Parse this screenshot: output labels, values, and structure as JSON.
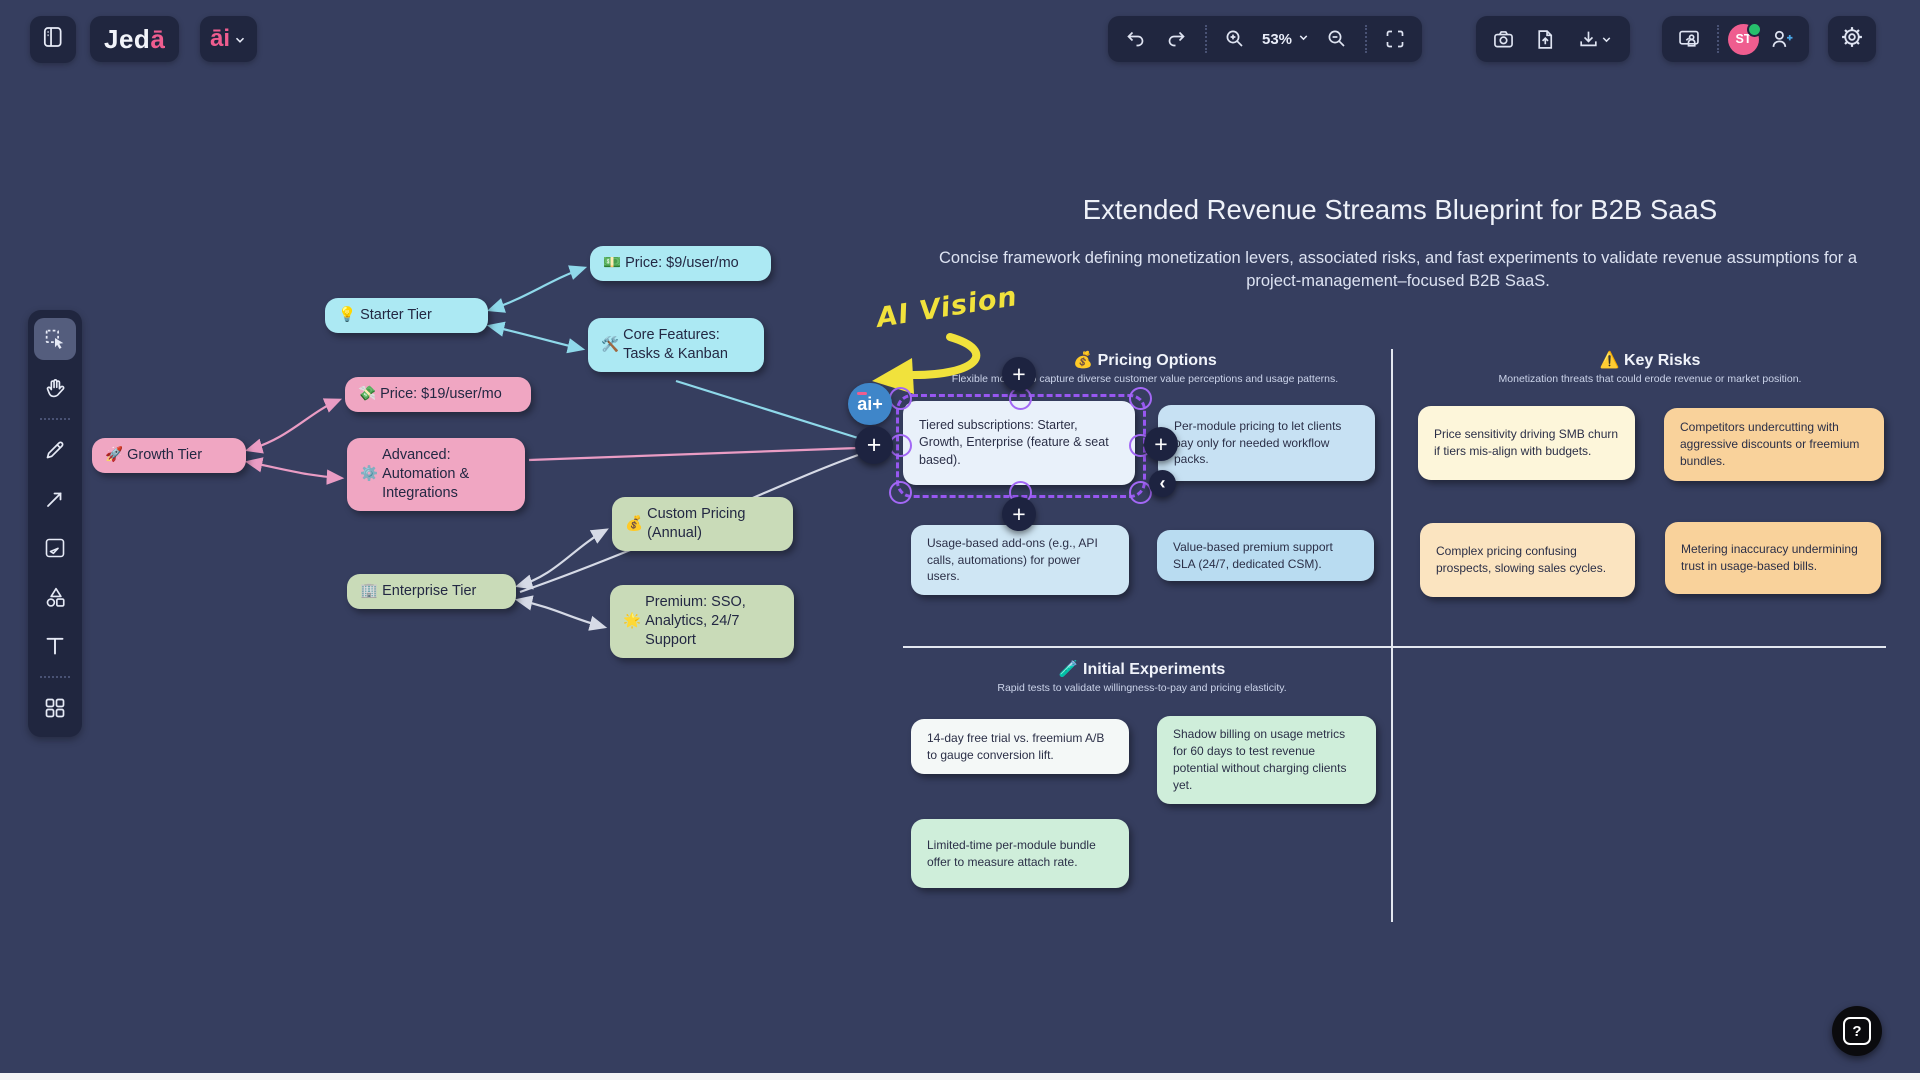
{
  "topbar": {
    "logo_main": "Jed",
    "logo_accent": "ā",
    "ai_label": "āi",
    "zoom_level": "53%",
    "avatar_initials": "ST"
  },
  "canvas": {
    "annotation": "AI Vision",
    "ai_plus_label": "ai+",
    "plus": "+",
    "chevron_left": "‹"
  },
  "mindmap": {
    "nodes": [
      {
        "icon": "💡",
        "label": "Starter Tier"
      },
      {
        "icon": "💵",
        "label": "Price: $9/user/mo"
      },
      {
        "icon": "🛠️",
        "label": "Core Features: Tasks & Kanban"
      },
      {
        "icon": "💸",
        "label": "Price: $19/user/mo"
      },
      {
        "icon": "⚙️",
        "label": "Advanced: Automation & Integrations"
      },
      {
        "icon": "🚀",
        "label": "Growth Tier"
      },
      {
        "icon": "🏢",
        "label": "Enterprise Tier"
      },
      {
        "icon": "💰",
        "label": "Custom Pricing (Annual)"
      },
      {
        "icon": "🌟",
        "label": "Premium: SSO, Analytics, 24/7 Support"
      }
    ]
  },
  "blueprint": {
    "title": "Extended Revenue Streams Blueprint for B2B SaaS",
    "subtitle": "Concise framework defining monetization levers, associated risks, and fast experiments to validate revenue assumptions for a project-management–focused B2B SaaS.",
    "pricing": {
      "icon": "💰",
      "title": "Pricing Options",
      "subtitle": "Flexible models to capture diverse customer value perceptions and usage patterns.",
      "cards": [
        "Tiered subscriptions: Starter, Growth, Enterprise (feature & seat based).",
        "Per-module pricing to let clients pay only for needed workflow packs.",
        "Usage-based add-ons (e.g., API calls, automations) for power users.",
        "Value-based premium support SLA (24/7, dedicated CSM)."
      ]
    },
    "risks": {
      "icon": "⚠️",
      "title": "Key Risks",
      "subtitle": "Monetization threats that could erode revenue or market position.",
      "cards": [
        "Price sensitivity driving SMB churn if tiers mis-align with budgets.",
        "Competitors undercutting with aggressive discounts or freemium bundles.",
        "Complex pricing confusing prospects, slowing sales cycles.",
        "Metering inaccuracy undermining trust in usage-based bills."
      ]
    },
    "experiments": {
      "icon": "🧪",
      "title": "Initial Experiments",
      "subtitle": "Rapid tests to validate willingness-to-pay and pricing elasticity.",
      "cards": [
        "14-day free trial vs. freemium A/B to gauge conversion lift.",
        "Shadow billing on usage metrics for 60 days to test revenue potential without charging clients yet.",
        "Limited-time per-module bundle offer to measure attach rate."
      ]
    }
  },
  "help": {
    "label": "?"
  }
}
